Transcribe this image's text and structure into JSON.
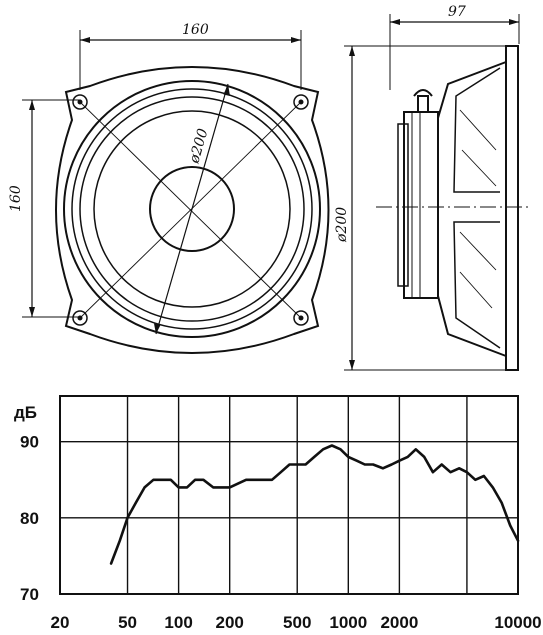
{
  "drawing": {
    "front_view": {
      "width_dimension": "160",
      "height_dimension": "160",
      "diameter_label": "ø200"
    },
    "side_view": {
      "depth_dimension": "97",
      "diameter_label": "ø200"
    }
  },
  "chart_data": {
    "type": "line",
    "ylabel": "дБ",
    "xscale": "log",
    "yticks": [
      "70",
      "80",
      "90"
    ],
    "xticks": [
      "20",
      "50",
      "100",
      "200",
      "500",
      "1000",
      "2000",
      "10000"
    ],
    "xlim": [
      20,
      10000
    ],
    "ylim": [
      70,
      96
    ],
    "grid": true,
    "series": [
      {
        "x": [
          40,
          45,
          50,
          56,
          63,
          71,
          80,
          90,
          100,
          112,
          125,
          140,
          160,
          180,
          200,
          224,
          250,
          280,
          315,
          355,
          400,
          450,
          500,
          560,
          630,
          710,
          800,
          900,
          1000,
          1120,
          1250,
          1400,
          1600,
          1800,
          2000,
          2240,
          2500,
          2800,
          3150,
          3550,
          4000,
          4500,
          5000,
          5600,
          6300,
          7100,
          8000,
          9000,
          10000
        ],
        "y": [
          74,
          77,
          80,
          82,
          84,
          85,
          85,
          85,
          84,
          84,
          85,
          85,
          84,
          84,
          84,
          84.5,
          85,
          85,
          85,
          85,
          86,
          87,
          87,
          87,
          88,
          89,
          89.5,
          89,
          88,
          87.5,
          87,
          87,
          86.5,
          87,
          87.5,
          88,
          89,
          88,
          86,
          87,
          86,
          86.5,
          86,
          85,
          85.5,
          84,
          82,
          79,
          77
        ]
      }
    ]
  }
}
